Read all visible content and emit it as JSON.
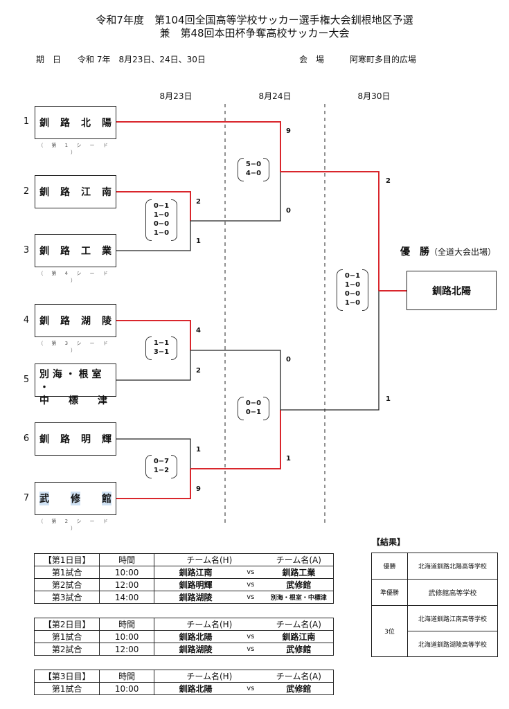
{
  "header": {
    "title_line1": "令和7年度　第104回全国高等学校サッカー選手権大会釧根地区予選",
    "title_line2": "兼　第48回本田杯争奪高校サッカー大会",
    "period_label": "期　日",
    "period_value": "令和 7年　8月23日、24日、30日",
    "venue_label": "会　場",
    "venue_value": "阿寒町多目的広場"
  },
  "days": [
    "8月23日",
    "8月24日",
    "8月30日"
  ],
  "teams": [
    {
      "no": "1",
      "name": [
        "釧",
        "路",
        "北",
        "陽"
      ],
      "seed": "（ 第 1 シ ー ド ）"
    },
    {
      "no": "2",
      "name": [
        "釧",
        "路",
        "江",
        "南"
      ],
      "seed": ""
    },
    {
      "no": "3",
      "name": [
        "釧",
        "路",
        "工",
        "業"
      ],
      "seed": "（ 第 4 シ ー ド ）"
    },
    {
      "no": "4",
      "name": [
        "釧",
        "路",
        "湖",
        "陵"
      ],
      "seed": "（ 第 3 シ ー ド ）"
    },
    {
      "no": "5",
      "name_line1": "別 海 ・ 根 室 ・",
      "name_line2": "中　　標　　津",
      "seed": ""
    },
    {
      "no": "6",
      "name": [
        "釧",
        "路",
        "明",
        "輝"
      ],
      "seed": ""
    },
    {
      "no": "7",
      "name": [
        "武",
        "修",
        "館"
      ],
      "seed": "（ 第 2 シ ー ド ）"
    }
  ],
  "scores": {
    "r1_m1_top": "2",
    "r1_m1_bot": "1",
    "r1_m1_detail": [
      "0−1",
      "1−0",
      "0−0",
      "1−0"
    ],
    "r1_m2_top": "4",
    "r1_m2_bot": "2",
    "r1_m2_detail": [
      "1−1",
      "3−1"
    ],
    "r1_m3_top": "1",
    "r1_m3_bot": "9",
    "r1_m3_detail": [
      "0−7",
      "1−2"
    ],
    "sf1_top": "9",
    "sf1_bot": "0",
    "sf1_detail": [
      "5−0",
      "4−0"
    ],
    "sf2_top": "0",
    "sf2_bot": "1",
    "sf2_detail": [
      "0−0",
      "0−1"
    ],
    "f_top": "2",
    "f_bot": "1",
    "f_detail": [
      "0−1",
      "1−0",
      "0−0",
      "1−0"
    ]
  },
  "champion": {
    "label": "優　勝",
    "note": "（全道大会出場）",
    "team": "釧路北陽"
  },
  "schedule": [
    {
      "day": "【第1日目】",
      "head": {
        "time": "時間",
        "home": "チーム名(H)",
        "away": "チーム名(A)"
      },
      "games": [
        {
          "game": "第1試合",
          "time": "10:00",
          "home": "釧路江南",
          "vs": "vs",
          "away": "釧路工業"
        },
        {
          "game": "第2試合",
          "time": "12:00",
          "home": "釧路明輝",
          "vs": "vs",
          "away": "武修館"
        },
        {
          "game": "第3試合",
          "time": "14:00",
          "home": "釧路湖陵",
          "vs": "vs",
          "away": "別海・根室・中標津"
        }
      ]
    },
    {
      "day": "【第2日目】",
      "head": {
        "time": "時間",
        "home": "チーム名(H)",
        "away": "チーム名(A)"
      },
      "games": [
        {
          "game": "第1試合",
          "time": "10:00",
          "home": "釧路北陽",
          "vs": "vs",
          "away": "釧路江南"
        },
        {
          "game": "第2試合",
          "time": "12:00",
          "home": "釧路湖陵",
          "vs": "vs",
          "away": "武修館"
        }
      ]
    },
    {
      "day": "【第3日目】",
      "head": {
        "time": "時間",
        "home": "チーム名(H)",
        "away": "チーム名(A)"
      },
      "games": [
        {
          "game": "第1試合",
          "time": "10:00",
          "home": "釧路北陽",
          "vs": "vs",
          "away": "武修館"
        }
      ]
    }
  ],
  "results": {
    "title": "【結果】",
    "rows": [
      {
        "rank": "優勝",
        "team": "北海道釧路北陽高等学校"
      },
      {
        "rank": "準優勝",
        "team": "武修館高等学校"
      },
      {
        "rank": "3位",
        "team": "北海道釧路江南高等学校"
      },
      {
        "rank": "",
        "team": "北海道釧路湖陵高等学校"
      }
    ]
  },
  "colors": {
    "win_line": "#d9262c",
    "lose_line": "#222222",
    "highlight": "#cfe1f3"
  }
}
